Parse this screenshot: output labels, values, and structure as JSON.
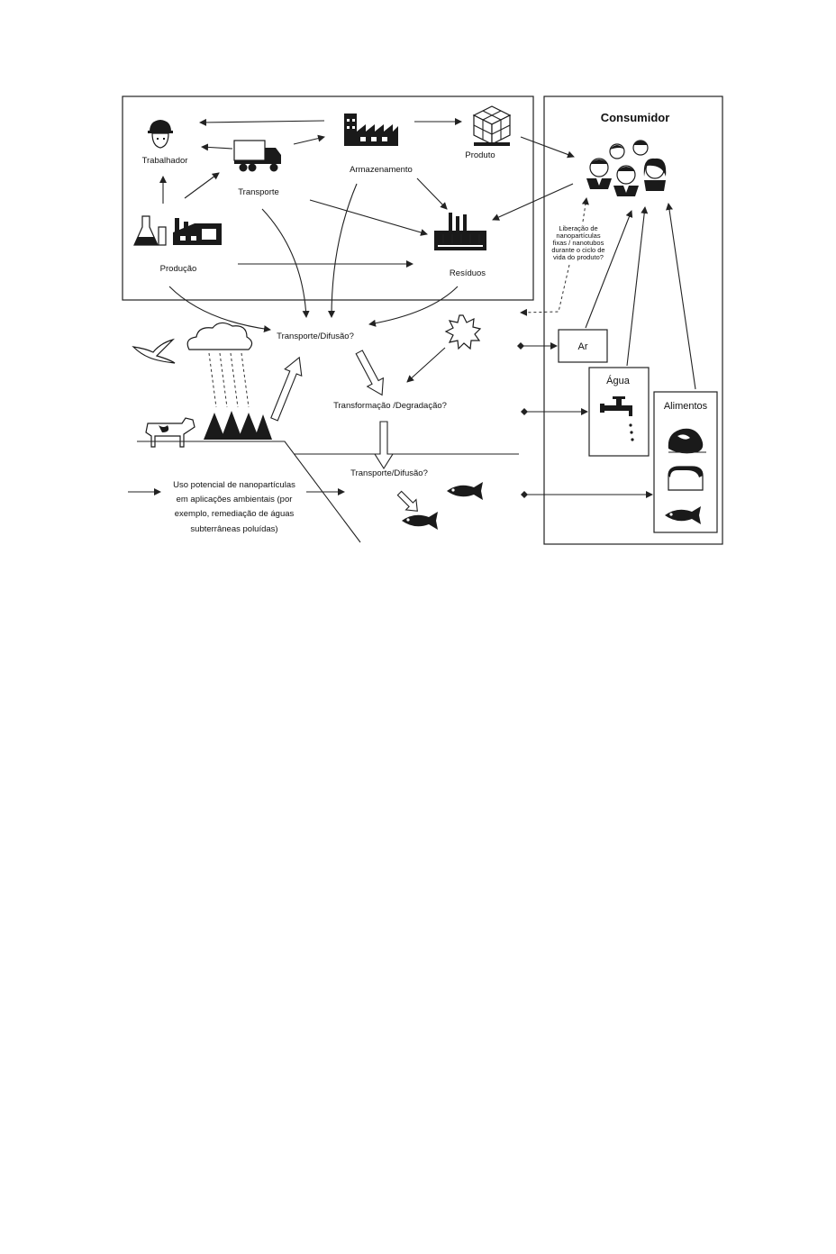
{
  "consumer_title": "Consumidor",
  "nodes": {
    "worker": "Trabalhador",
    "transport_top": "Transporte",
    "storage": "Armazenamento",
    "product": "Produto",
    "production": "Produção",
    "waste": "Resíduos",
    "transport_diffusion_1": "Transporte/Difusão?",
    "transformation": "Transformação /Degradação?",
    "transport_diffusion_2": "Transporte/Difusão?"
  },
  "release_note": [
    "Liberação de",
    "nanopartículas",
    "fixas / nanotubos",
    "durante o ciclo de",
    "vida do produto?"
  ],
  "environmental_use": [
    "Uso potencial de nanopartículas",
    "em aplicações ambientais (por",
    "exemplo, remediação de águas",
    "subterrâneas poluídas)"
  ],
  "media": {
    "air": "Ar",
    "water": "Água",
    "food": "Alimentos"
  },
  "icons": [
    "worker-helmet-icon",
    "truck-icon",
    "factory-icon",
    "boxes-icon",
    "consumers-group-icon",
    "lab-flask-icon",
    "waste-factory-icon",
    "bird-icon",
    "cloud-icon",
    "sun-icon",
    "cow-icon",
    "trees-icon",
    "fish-icon",
    "faucet-icon",
    "food-icon",
    "bread-icon"
  ]
}
